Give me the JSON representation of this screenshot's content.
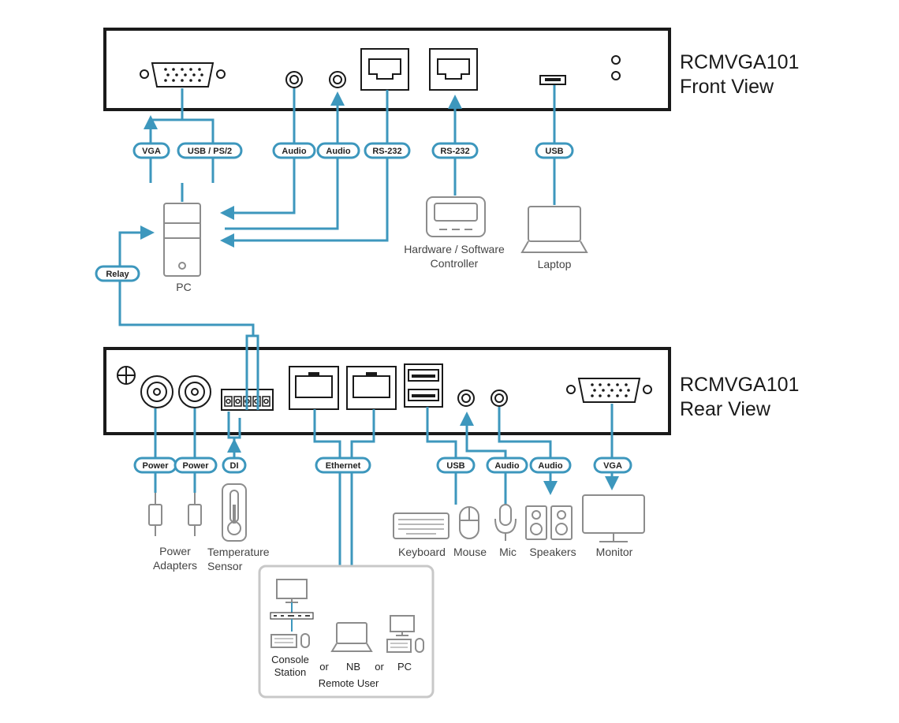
{
  "front": {
    "model": "RCMVGA101",
    "view": "Front View"
  },
  "rear": {
    "model": "RCMVGA101",
    "view": "Rear View"
  },
  "cable_labels": {
    "vga": "VGA",
    "usb_ps2": "USB / PS/2",
    "audio": "Audio",
    "rs232": "RS-232",
    "usb": "USB",
    "relay": "Relay",
    "power": "Power",
    "di": "DI",
    "ethernet": "Ethernet"
  },
  "devices": {
    "pc": "PC",
    "hw_controller_line1": "Hardware / Software",
    "hw_controller_line2": "Controller",
    "laptop": "Laptop",
    "power_line1": "Power",
    "power_line2": "Adapters",
    "temp_line1": "Temperature",
    "temp_line2": "Sensor",
    "keyboard": "Keyboard",
    "mouse": "Mouse",
    "mic": "Mic",
    "speakers": "Speakers",
    "monitor": "Monitor"
  },
  "remote": {
    "console_line1": "Console",
    "console_line2": "Station",
    "or1": "or",
    "nb": "NB",
    "or2": "or",
    "pc": "PC",
    "caption": "Remote User"
  },
  "colors": {
    "cable": "#3d97bd",
    "device_outline": "#8c8c8c",
    "panel": "#1a1a1a"
  }
}
